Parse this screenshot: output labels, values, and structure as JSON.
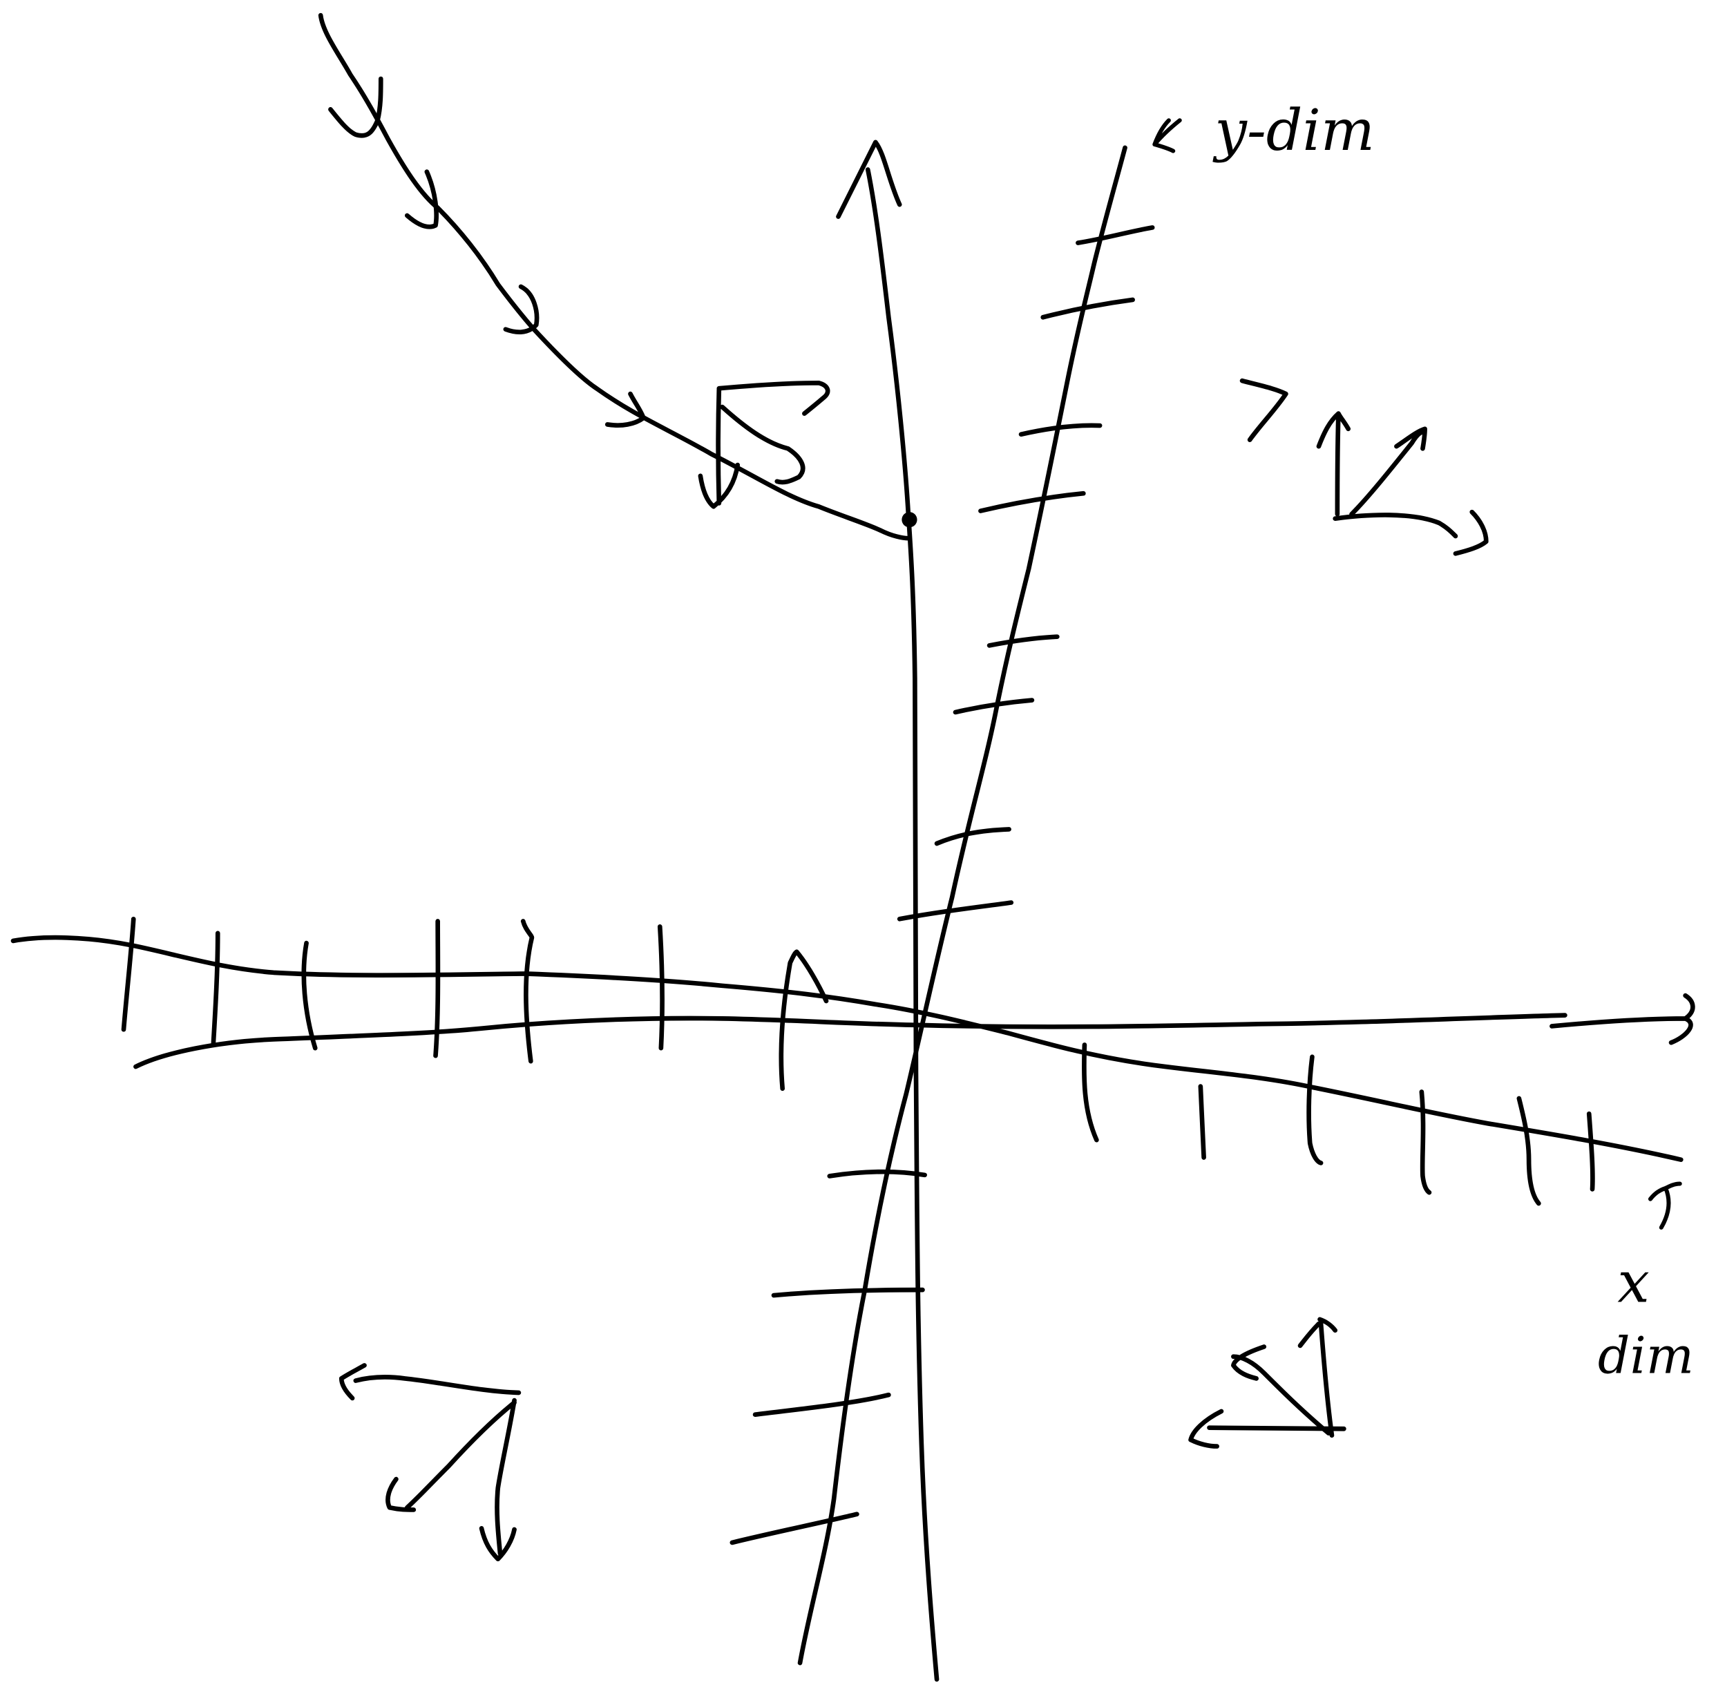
{
  "labels": {
    "y_axis": "y-dim",
    "x_axis_top": "x",
    "x_axis_bottom": "dim"
  },
  "colors": {
    "ink": "#000000",
    "paper": "#ffffff"
  }
}
